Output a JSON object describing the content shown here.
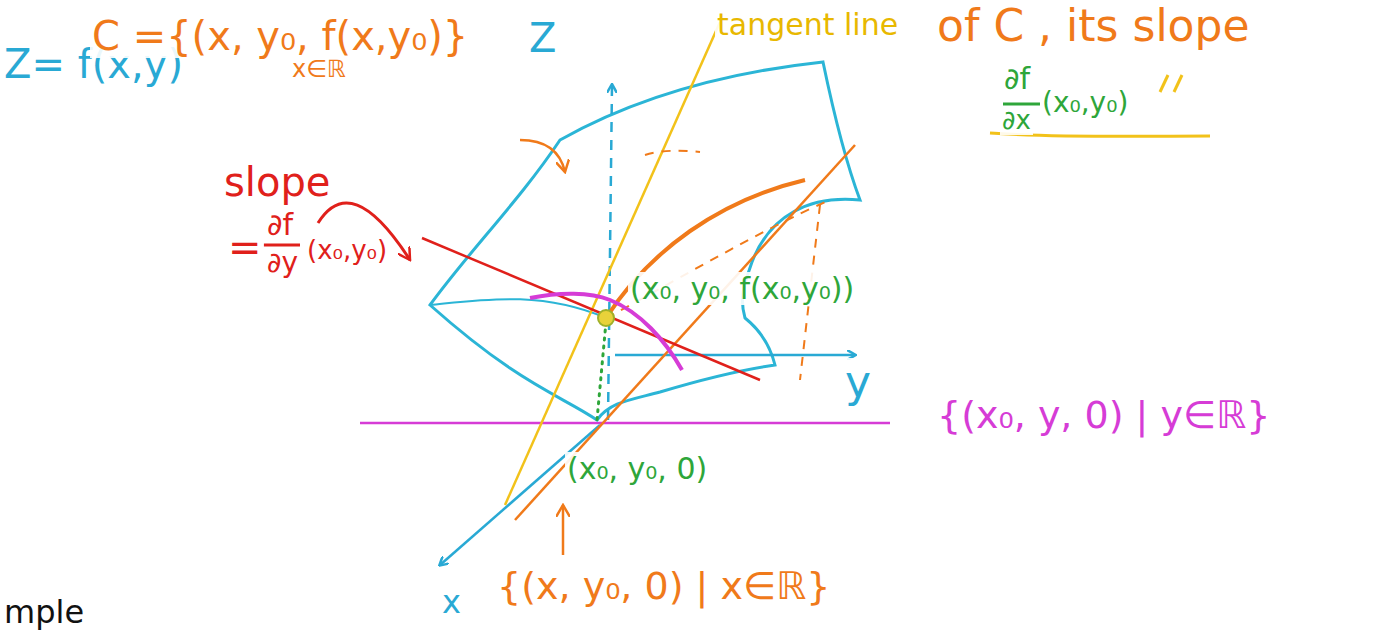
{
  "diagram": {
    "labels": [
      "Z= f(x,y)",
      "C ={(x, y₀, f(x,y₀)}",
      "x∈ℝ",
      "Z",
      "tangent line",
      "of C , its slope",
      "∂f",
      "∂x",
      "(x₀,y₀)",
      "slope",
      "=",
      "∂f",
      "∂y",
      "(x₀,y₀)",
      "(x₀, y₀, f(x₀,y₀))",
      "y",
      "(x₀, y₀, 0)",
      "{(x₀, y, 0) | y∈ℝ}",
      "x",
      "{(x, y₀, 0) | x∈ℝ}",
      "mple"
    ]
  }
}
